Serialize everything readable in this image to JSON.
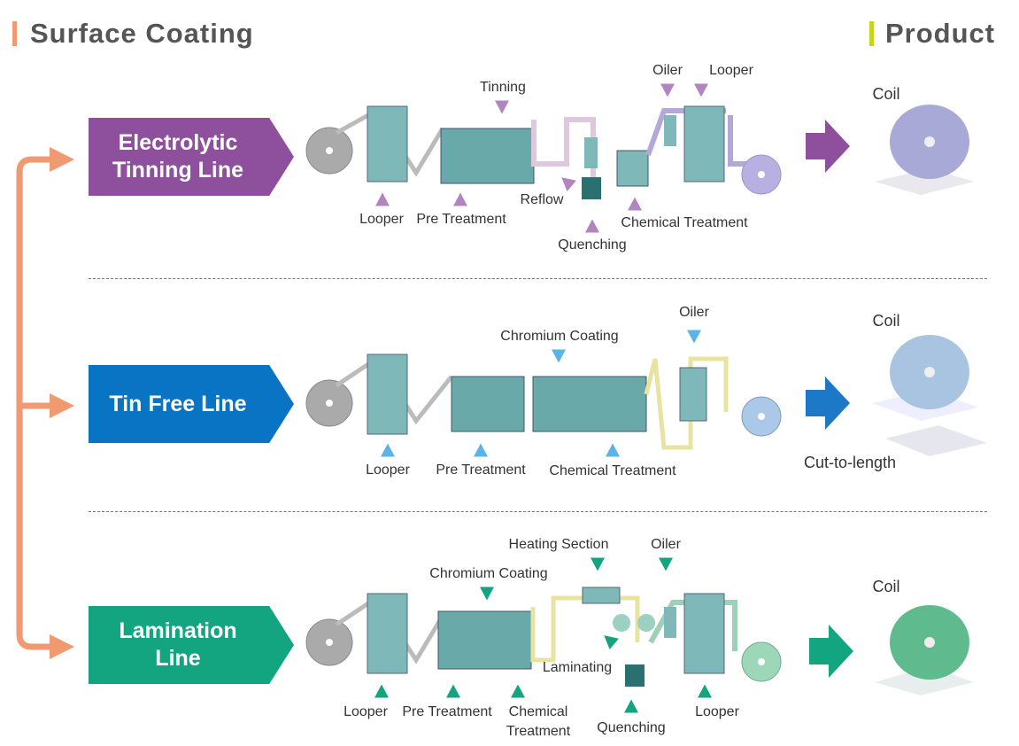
{
  "header": {
    "left_title": "Surface Coating",
    "right_title": "Product"
  },
  "colors": {
    "bracket": "#f19a72",
    "etl": "#8e4f9c",
    "tfs": "#0a74c4",
    "lam": "#13a57f",
    "product_bar": "#c5d51a"
  },
  "rows": [
    {
      "name": "Electrolytic Tinning Line",
      "product": "Coil",
      "labels": {
        "tinning": "Tinning",
        "oiler": "Oiler",
        "looper_top": "Looper",
        "looper": "Looper",
        "pre": "Pre Treatment",
        "reflow": "Reflow",
        "quenching": "Quenching",
        "chemical": "Chemical Treatment"
      }
    },
    {
      "name": "Tin Free Line",
      "product": "Coil",
      "product2": "Cut-to-length",
      "labels": {
        "oiler": "Oiler",
        "chromium": "Chromium Coating",
        "looper": "Looper",
        "pre": "Pre Treatment",
        "chemical": "Chemical Treatment"
      }
    },
    {
      "name": "Lamination Line",
      "product": "Coil",
      "labels": {
        "heating": "Heating Section",
        "oiler": "Oiler",
        "chromium": "Chromium Coating",
        "laminating": "Laminating",
        "looper": "Looper",
        "pre": "Pre Treatment",
        "chemical": "Chemical Treatment",
        "quenching": "Quenching",
        "looper_right": "Looper"
      }
    }
  ]
}
